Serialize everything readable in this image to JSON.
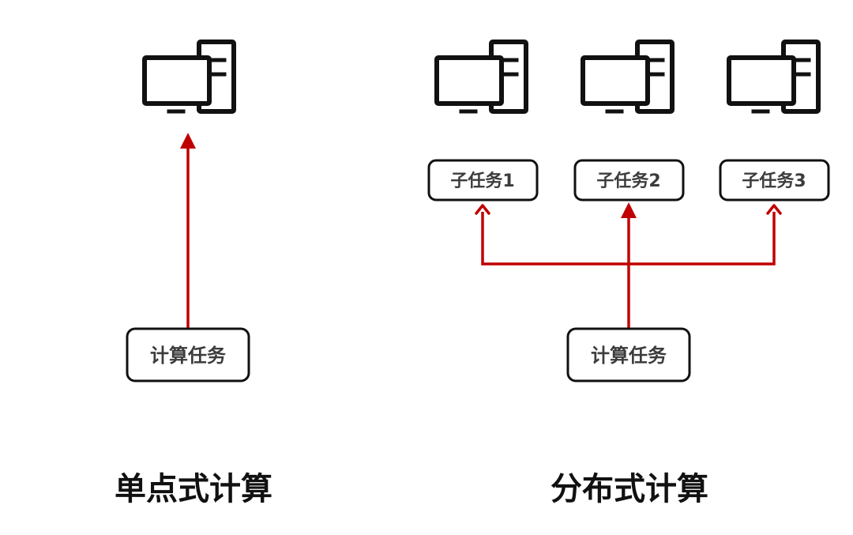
{
  "single": {
    "task_label": "计算任务",
    "caption": "单点式计算"
  },
  "distributed": {
    "task_label": "计算任务",
    "caption": "分布式计算",
    "subtasks": [
      {
        "label": "子任务1"
      },
      {
        "label": "子任务2"
      },
      {
        "label": "子任务3"
      }
    ]
  },
  "colors": {
    "arrow": "#c00000",
    "outline": "#111111",
    "text": "#3c3c3c"
  },
  "icons": [
    "desktop-computer-icon"
  ]
}
